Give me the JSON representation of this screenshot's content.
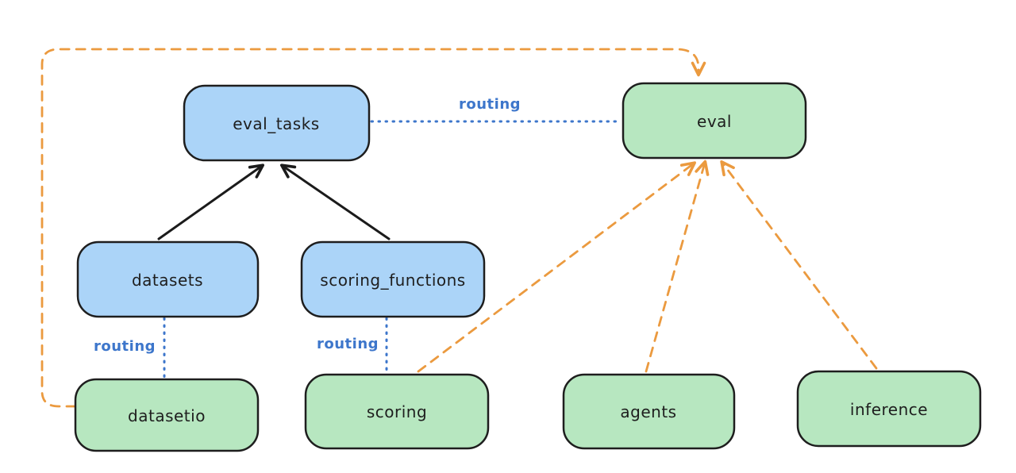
{
  "diagram": {
    "nodes": [
      {
        "id": "eval_tasks",
        "label": "eval_tasks",
        "color": "blue"
      },
      {
        "id": "eval",
        "label": "eval",
        "color": "green"
      },
      {
        "id": "datasets",
        "label": "datasets",
        "color": "blue"
      },
      {
        "id": "scoring_functions",
        "label": "scoring_functions",
        "color": "blue"
      },
      {
        "id": "datasetio",
        "label": "datasetio",
        "color": "green"
      },
      {
        "id": "scoring",
        "label": "scoring",
        "color": "green"
      },
      {
        "id": "agents",
        "label": "agents",
        "color": "green"
      },
      {
        "id": "inference",
        "label": "inference",
        "color": "green"
      }
    ],
    "edges": [
      {
        "from": "datasets",
        "to": "eval_tasks",
        "style": "solid-black-arrow",
        "label": ""
      },
      {
        "from": "scoring_functions",
        "to": "eval_tasks",
        "style": "solid-black-arrow",
        "label": ""
      },
      {
        "from": "eval_tasks",
        "to": "eval",
        "style": "dotted-blue",
        "label": "routing"
      },
      {
        "from": "datasets",
        "to": "datasetio",
        "style": "dotted-blue",
        "label": "routing"
      },
      {
        "from": "scoring_functions",
        "to": "scoring",
        "style": "dotted-blue",
        "label": "routing"
      },
      {
        "from": "datasetio",
        "to": "eval",
        "style": "dashed-orange-arrow",
        "label": ""
      },
      {
        "from": "scoring",
        "to": "eval",
        "style": "dashed-orange-arrow",
        "label": ""
      },
      {
        "from": "agents",
        "to": "eval",
        "style": "dashed-orange-arrow",
        "label": ""
      },
      {
        "from": "inference",
        "to": "eval",
        "style": "dashed-orange-arrow",
        "label": ""
      }
    ],
    "colors": {
      "blue_node_fill": "#abd4f8",
      "green_node_fill": "#b7e7c0",
      "node_stroke": "#1e1e1e",
      "black_edge": "#1b1b1b",
      "blue_edge": "#3d76cb",
      "orange_edge": "#eb9a3f",
      "background": "#ffffff"
    }
  }
}
